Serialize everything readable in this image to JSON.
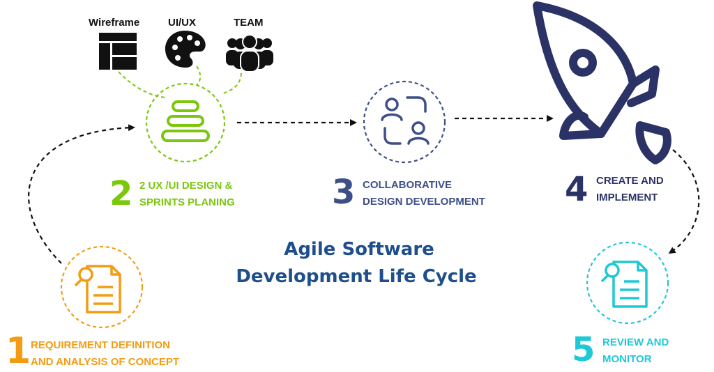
{
  "title": {
    "line1": "Agile  Software",
    "line2": "Development  Life Cycle",
    "color": "#1f4e8c"
  },
  "steps": [
    {
      "number": "1",
      "line1": "REQUIREMENT DEFINITION",
      "line2": "AND ANALYSIS OF CONCEPT",
      "color": "#f39c12",
      "icon": "document-search-icon"
    },
    {
      "number": "2",
      "line1": "2  UX /UI DESIGN &",
      "line2": "SPRINTS PLANING",
      "color": "#7ac70c",
      "icon": "stacked-layers-icon"
    },
    {
      "number": "3",
      "line1": "COLLABORATIVE",
      "line2": "DESIGN DEVELOPMENT",
      "color": "#3d4f86",
      "icon": "users-exchange-icon"
    },
    {
      "number": "4",
      "line1": "CREATE AND",
      "line2": "IMPLEMENT",
      "color": "#2b3266",
      "icon": "rocket-icon"
    },
    {
      "number": "5",
      "line1": "REVIEW AND",
      "line2": "MONITOR",
      "color": "#1ec9d6",
      "icon": "document-search-icon"
    }
  ],
  "inputs": [
    {
      "label": "Wireframe",
      "icon": "wireframe-layout-icon"
    },
    {
      "label": "UI/UX",
      "icon": "palette-icon"
    },
    {
      "label": "TEAM",
      "icon": "team-icon"
    }
  ]
}
